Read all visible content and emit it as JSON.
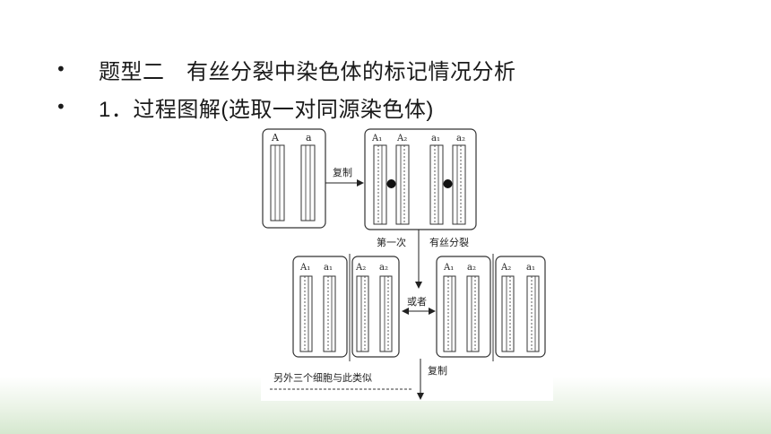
{
  "bullets": [
    {
      "marker": "•",
      "text": "题型二　有丝分裂中染色体的标记情况分析"
    },
    {
      "marker": "•",
      "text": "1．过程图解(选取一对同源染色体)"
    }
  ],
  "diagram": {
    "cell1": {
      "labels": [
        "A",
        "a"
      ]
    },
    "cell2": {
      "labels": [
        "A₁",
        "A₂",
        "a₁",
        "a₂"
      ]
    },
    "arrow_replicate_label": "复制",
    "division_label_1": "第一次",
    "division_label_2": "有丝分裂",
    "or_label": "或者",
    "cell3": {
      "labels": [
        "A₁",
        "a₁"
      ]
    },
    "cell4": {
      "labels": [
        "A₂",
        "a₂"
      ]
    },
    "cell5": {
      "labels": [
        "A₁",
        "a₂"
      ]
    },
    "cell6": {
      "labels": [
        "A₂",
        "a₁"
      ]
    },
    "other_cells_note": "另外三个细胞与此类似",
    "bottom_replicate_label": "复制"
  }
}
